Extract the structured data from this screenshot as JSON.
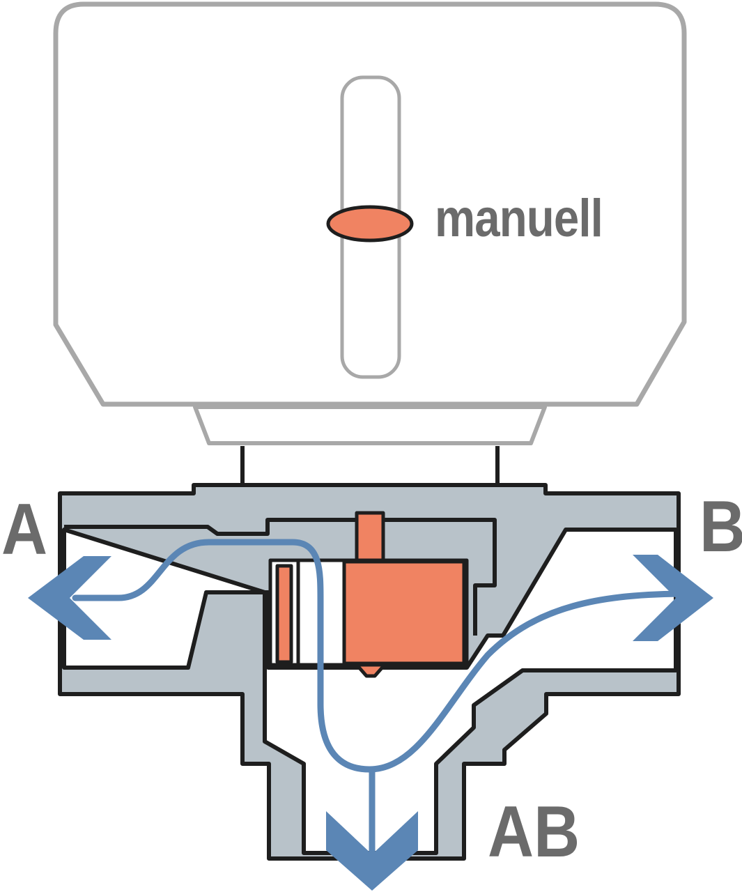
{
  "actuator": {
    "brand": "manuell"
  },
  "ports": {
    "a": "A",
    "b": "B",
    "ab": "AB"
  },
  "colors": {
    "housing_outline": "#a8a8a8",
    "valve_body": "#b8c2c9",
    "outline": "#1e1e1e",
    "plug": "#f08362",
    "flow": "#5b86b5",
    "label_text": "#6b6b6b"
  },
  "icons": [
    "flow-arrow-a-icon",
    "flow-arrow-b-icon",
    "flow-arrow-ab-icon"
  ]
}
